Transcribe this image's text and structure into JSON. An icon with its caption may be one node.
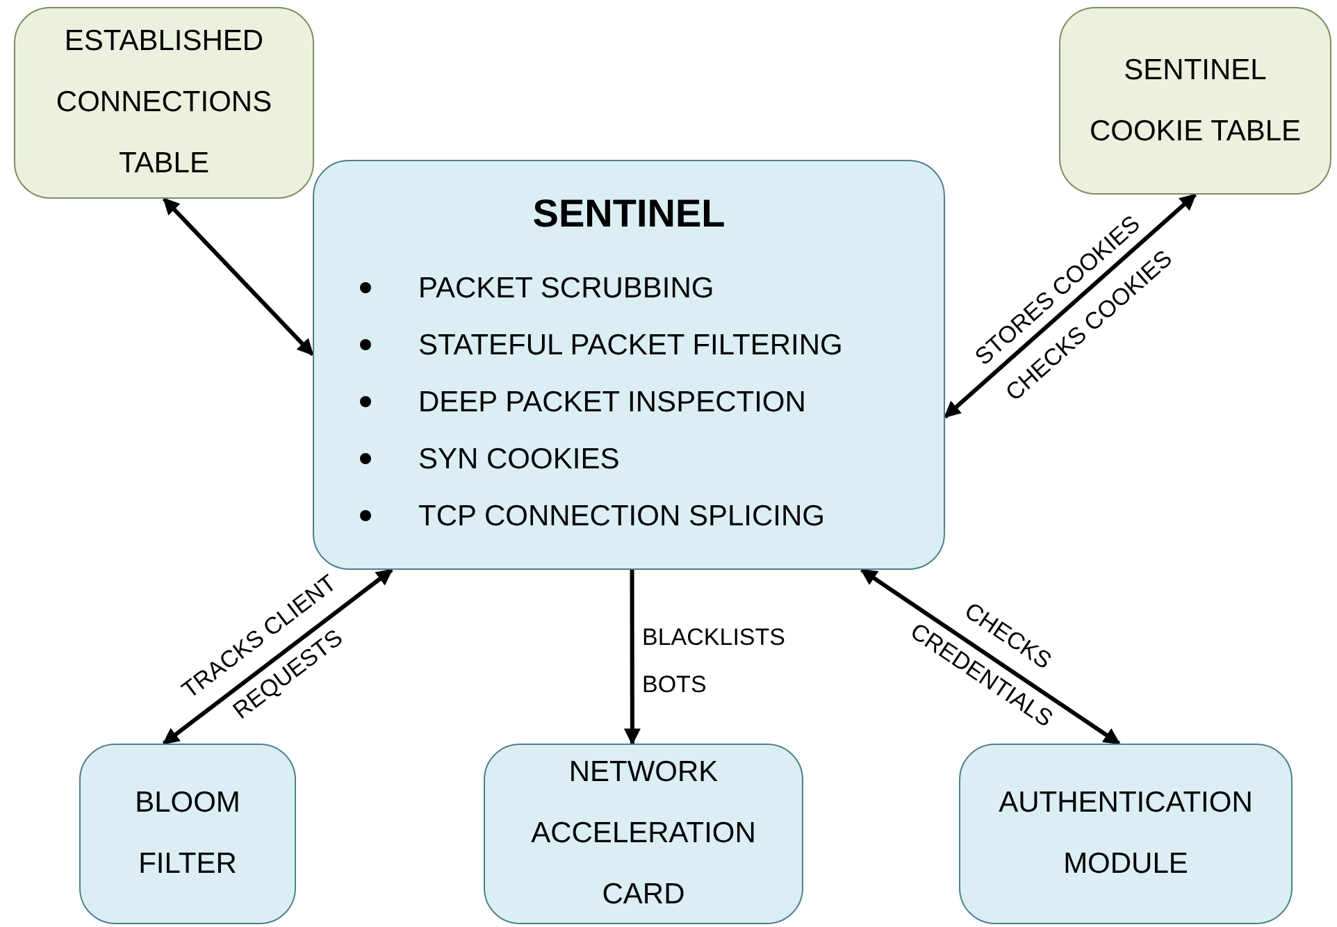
{
  "diagram": {
    "nodes": [
      {
        "text": [
          "ESTABLISHED CONNECTIONS TABLE"
        ]
      },
      {
        "text": [
          "SENTINEL COOKIE TABLE"
        ]
      },
      {
        "text": [
          "SENTINEL",
          "PACKET SCRUBBING",
          "STATEFUL PACKET FILTERING",
          "DEEP PACKET INSPECTION",
          "SYN COOKIES",
          "TCP CONNECTION SPLICING"
        ]
      },
      {
        "text": [
          "BLOOM FILTER"
        ]
      },
      {
        "text": [
          "NETWORK ACCELERATION CARD"
        ]
      },
      {
        "text": [
          "AUTHENTICATION MODULE"
        ]
      }
    ],
    "edges": [
      {
        "from": 0,
        "to": 2,
        "arrow": "both"
      },
      {
        "from": 1,
        "to": 2,
        "arrow": "both",
        "label": "STORES COOKIES CHECKS COOKIES"
      },
      {
        "from": 2,
        "to": 3,
        "arrow": "both",
        "label": "TRACKS CLIENT REQUESTS"
      },
      {
        "from": 2,
        "to": 4,
        "arrow": "to",
        "label": "BLACKLISTS BOTS"
      },
      {
        "from": 2,
        "to": 5,
        "arrow": "both",
        "label": "CHECKS CREDENTIALS"
      }
    ]
  }
}
